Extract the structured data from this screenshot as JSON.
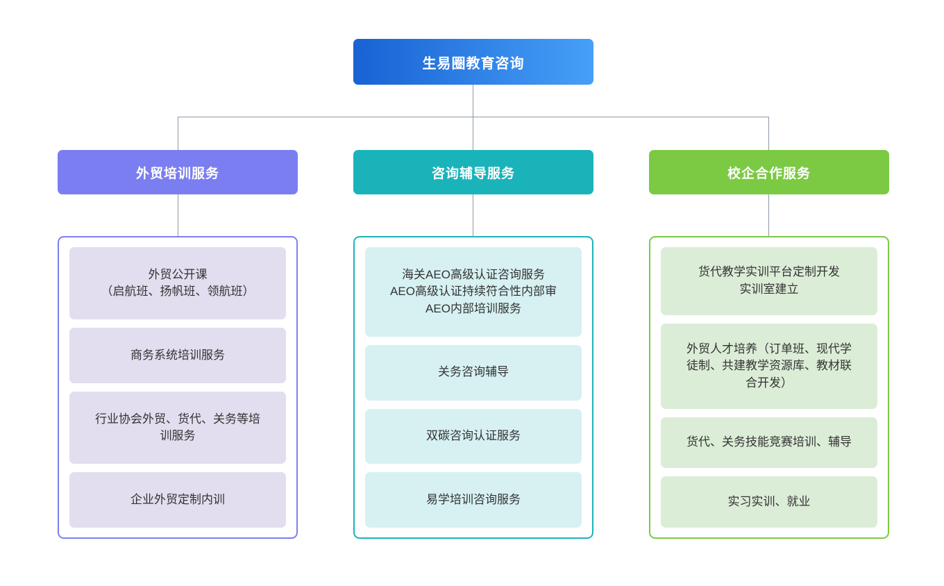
{
  "root": {
    "label": "生易圈教育咨询",
    "gradient_from": "#1862d4",
    "gradient_to": "#46a0f7"
  },
  "connector_color": "#8d98a4",
  "branches": [
    {
      "label": "外贸培训服务",
      "header_color": "#7b7ef0",
      "border_color": "#7b7ef0",
      "card_color": "#e2deef",
      "items": [
        {
          "lines": [
            "外贸公开课",
            "（启航班、扬帆班、领航班）"
          ]
        },
        {
          "lines": [
            "商务系统培训服务"
          ]
        },
        {
          "lines": [
            "行业协会外贸、货代、关务等培",
            "训服务"
          ]
        },
        {
          "lines": [
            "企业外贸定制内训"
          ]
        }
      ]
    },
    {
      "label": "咨询辅导服务",
      "header_color": "#1bb3ba",
      "border_color": "#1bb3ba",
      "card_color": "#d7f1f2",
      "items": [
        {
          "lines": [
            "海关AEO高级认证咨询服务",
            "AEO高级认证持续符合性内部审",
            "AEO内部培训服务"
          ]
        },
        {
          "lines": [
            "关务咨询辅导"
          ]
        },
        {
          "lines": [
            "双碳咨询认证服务"
          ]
        },
        {
          "lines": [
            "易学培训咨询服务"
          ]
        }
      ]
    },
    {
      "label": "校企合作服务",
      "header_color": "#7cc943",
      "border_color": "#7cc943",
      "card_color": "#dcedd7",
      "items": [
        {
          "lines": [
            "货代教学实训平台定制开发",
            "实训室建立"
          ]
        },
        {
          "lines": [
            "外贸人才培养（订单班、现代学",
            "徒制、共建教学资源库、教材联",
            "合开发）"
          ]
        },
        {
          "lines": [
            "货代、关务技能竞赛培训、辅导"
          ]
        },
        {
          "lines": [
            "实习实训、就业"
          ]
        }
      ]
    }
  ]
}
